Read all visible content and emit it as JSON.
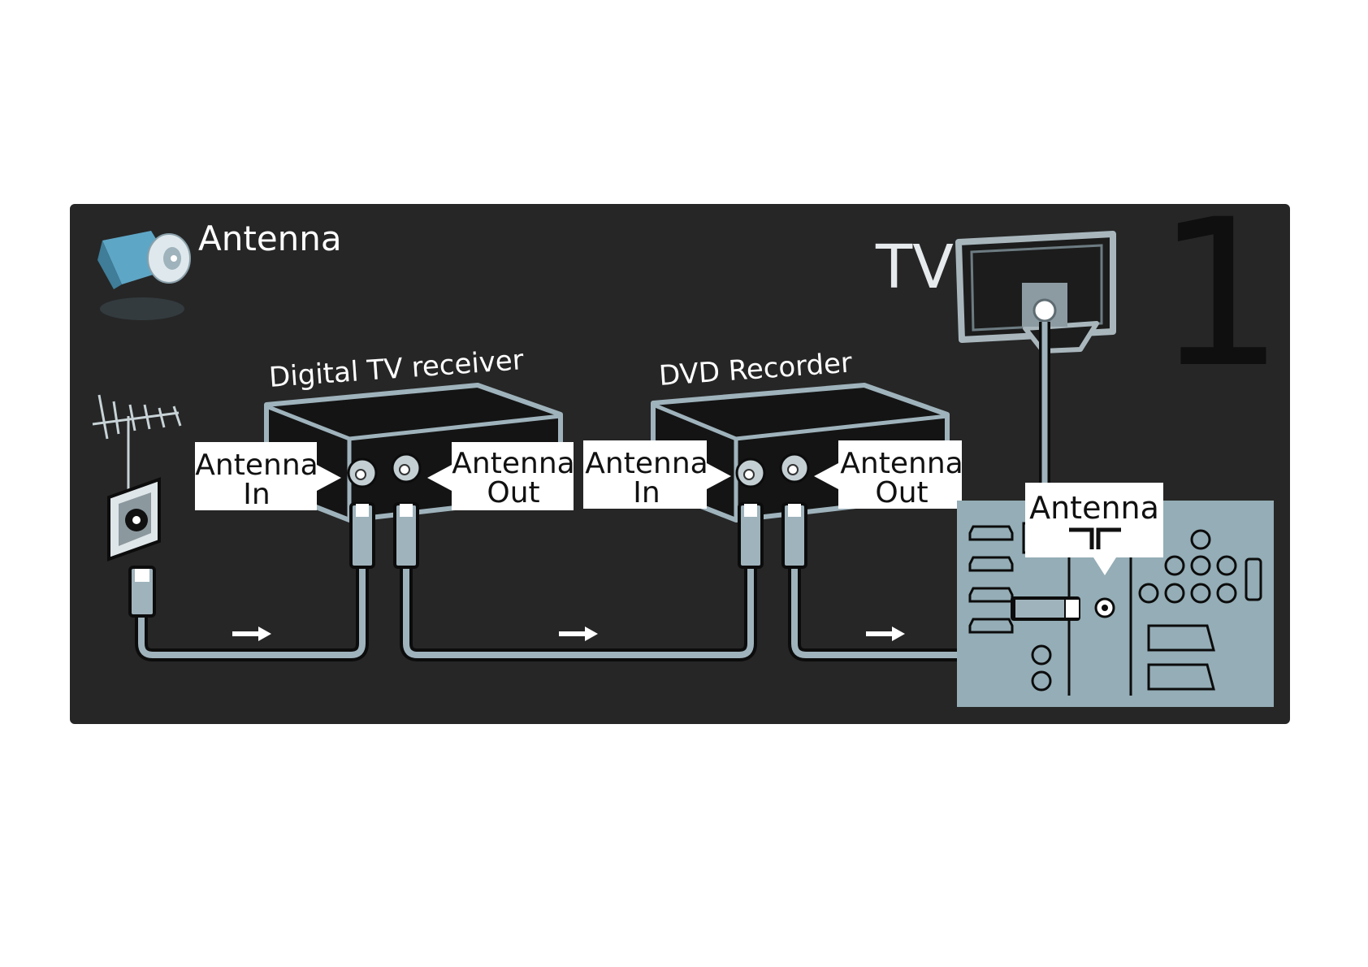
{
  "header": {
    "antenna_title": "Antenna",
    "tv_title": "TV",
    "step_number": "1"
  },
  "devices": {
    "receiver_title": "Digital TV receiver",
    "recorder_title": "DVD Recorder"
  },
  "labels": {
    "receiver_in_1": "Antenna",
    "receiver_in_2": "In",
    "receiver_out_1": "Antenna",
    "receiver_out_2": "Out",
    "recorder_in_1": "Antenna",
    "recorder_in_2": "In",
    "recorder_out_1": "Antenna",
    "recorder_out_2": "Out",
    "tv_antenna": "Antenna"
  },
  "colors": {
    "panel": "#262626",
    "device": "#141414",
    "cable": "#9fb3bc",
    "tv_panel": "#94adb6",
    "label_bg": "#ffffff"
  },
  "icons": [
    "antenna-plug-icon",
    "aerial-icon",
    "wall-socket-icon",
    "tv-icon",
    "signal-arrow-icon",
    "antenna-symbol-icon"
  ]
}
